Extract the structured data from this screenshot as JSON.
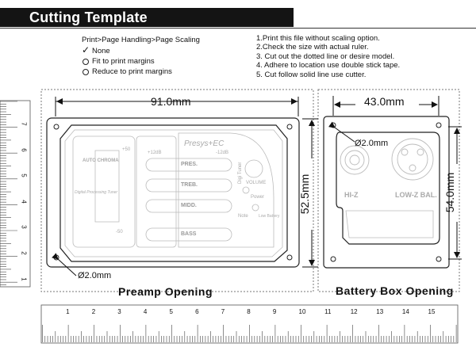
{
  "header": {
    "title": "Cutting Template"
  },
  "settings": {
    "path": "Print>Page Handling>Page Scaling",
    "options": [
      {
        "label": "None",
        "selected": true
      },
      {
        "label": "Fit to print margins",
        "selected": false
      },
      {
        "label": "Reduce to print margins",
        "selected": false
      }
    ]
  },
  "instructions": [
    "1.Print this file without scaling option.",
    "2.Check the size with actual ruler.",
    "3. Cut out the dotted line or desire model.",
    "4. Adhere to location use double stick tape.",
    "5. Cut follow solid line use cutter."
  ],
  "preamp": {
    "caption": "Preamp Opening",
    "width_dim": "91.0mm",
    "height_dim": "52.5mm",
    "hole_dim": "Ø2.0mm",
    "brand": "Presys+EC",
    "knobs": [
      "PRES.",
      "TREB.",
      "MIDD.",
      "BASS"
    ],
    "scale_plus": "+12dB",
    "scale_minus": "-12dB",
    "tuner": "Digi Tuner",
    "volume": "VOLUME",
    "power": "Power",
    "note": "Note",
    "low_battery": "Low Battery",
    "chroma": "AUTO CHROMA",
    "plus50": "+50",
    "minus50": "-50",
    "processor": "Digital Processing Tuner"
  },
  "battery": {
    "caption": "Battery Box Opening",
    "width_dim": "43.0mm",
    "height_dim": "54.0mm",
    "hole_dim": "Ø2.0mm",
    "hiz": "HI-Z",
    "lowz": "LOW-Z BAL."
  },
  "ruler_bottom": {
    "labels": [
      "1",
      "2",
      "3",
      "4",
      "5",
      "6",
      "7",
      "8",
      "9",
      "10",
      "11",
      "12",
      "13",
      "14",
      "15"
    ]
  },
  "ruler_left": {
    "labels": [
      "7",
      "6",
      "5",
      "4",
      "3",
      "2",
      "1"
    ]
  }
}
